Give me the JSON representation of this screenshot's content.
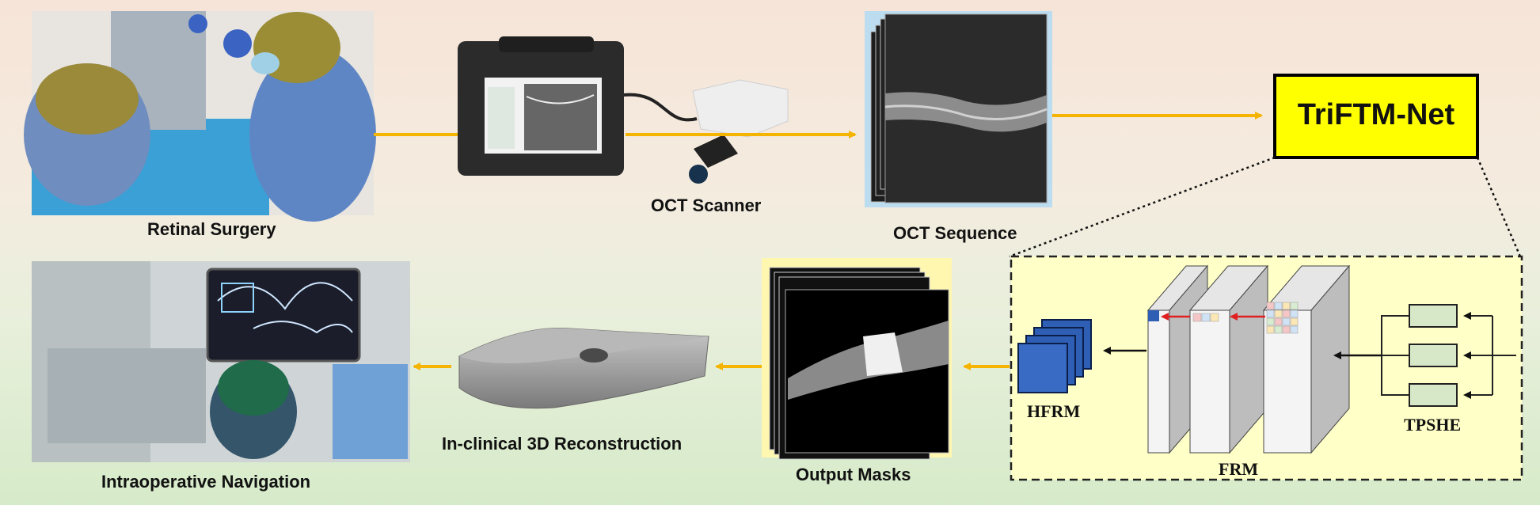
{
  "labels": {
    "retinal_surgery": "Retinal Surgery",
    "oct_scanner": "OCT Scanner",
    "oct_sequence": "OCT Sequence",
    "model": "TriFTM-Net",
    "intraoperative_navigation": "Intraoperative Navigation",
    "reconstruction": "In-clinical 3D Reconstruction",
    "output_masks": "Output Masks",
    "hfrm": "HFRM",
    "frm": "FRM",
    "tpshe": "TPSHE"
  },
  "colors": {
    "arrow": "#f5b400",
    "model_box": "#ffff00",
    "detail_panel": "#ffffc8",
    "hfrm_blue": "#2e5fb5",
    "tpshe_green": "#d7e8c8",
    "red_arrow": "#e02020"
  }
}
